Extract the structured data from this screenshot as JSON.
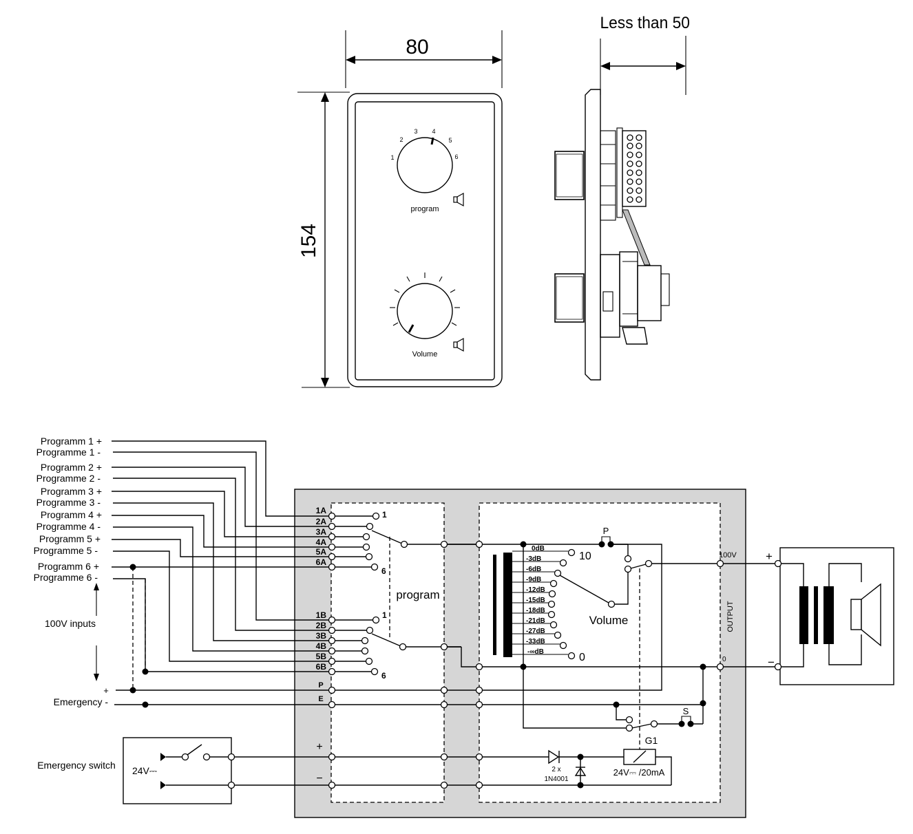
{
  "dimensions": {
    "width": "80",
    "height": "154",
    "depth": "Less than 50"
  },
  "front_panel": {
    "program_label": "program",
    "volume_label": "Volume",
    "program_positions": [
      "1",
      "2",
      "3",
      "4",
      "5",
      "6"
    ]
  },
  "inputs": {
    "labels": [
      "Programm 1 +",
      "Programme 1 -",
      "Programm 2 +",
      "Programme 2 -",
      "Programm 3 +",
      "Programme 3 -",
      "Programm 4 +",
      "Programme 4 -",
      "Programm 5 +",
      "Programme 5 -",
      "Programm 6 +",
      "Programme 6 -"
    ],
    "group_label": "100V inputs",
    "emergency_plus": "+",
    "emergency_minus": "Emergency -"
  },
  "terminals": {
    "a_side": [
      "1A",
      "2A",
      "3A",
      "4A",
      "5A",
      "6A"
    ],
    "b_side": [
      "1B",
      "2B",
      "3B",
      "4B",
      "5B",
      "6B"
    ],
    "p": "P",
    "e": "E",
    "supply_plus": "+",
    "supply_minus": "−",
    "a_first": "1",
    "a_last": "6",
    "b_first": "1",
    "b_last": "6"
  },
  "selector": {
    "label": "program"
  },
  "attenuator": {
    "steps": [
      "0dB",
      "-3dB",
      "-6dB",
      "-9dB",
      "-12dB",
      "-15dB",
      "-18dB",
      "-21dB",
      "-27dB",
      "-33dB",
      "-∞dB"
    ],
    "max_label": "10",
    "min_label": "0",
    "label": "Volume",
    "relay_contact": "P"
  },
  "output": {
    "label": "OUTPUT",
    "v100": "100V",
    "zero": "0",
    "speaker_plus": "+",
    "speaker_minus": "−"
  },
  "relay": {
    "name": "G1",
    "rating": "24V⎓ /20mA",
    "switch": "S",
    "diodes": "2 x",
    "diode_type": "1N4001"
  },
  "emergency_switch": {
    "label": "Emergency switch",
    "voltage": "24V⎓"
  }
}
